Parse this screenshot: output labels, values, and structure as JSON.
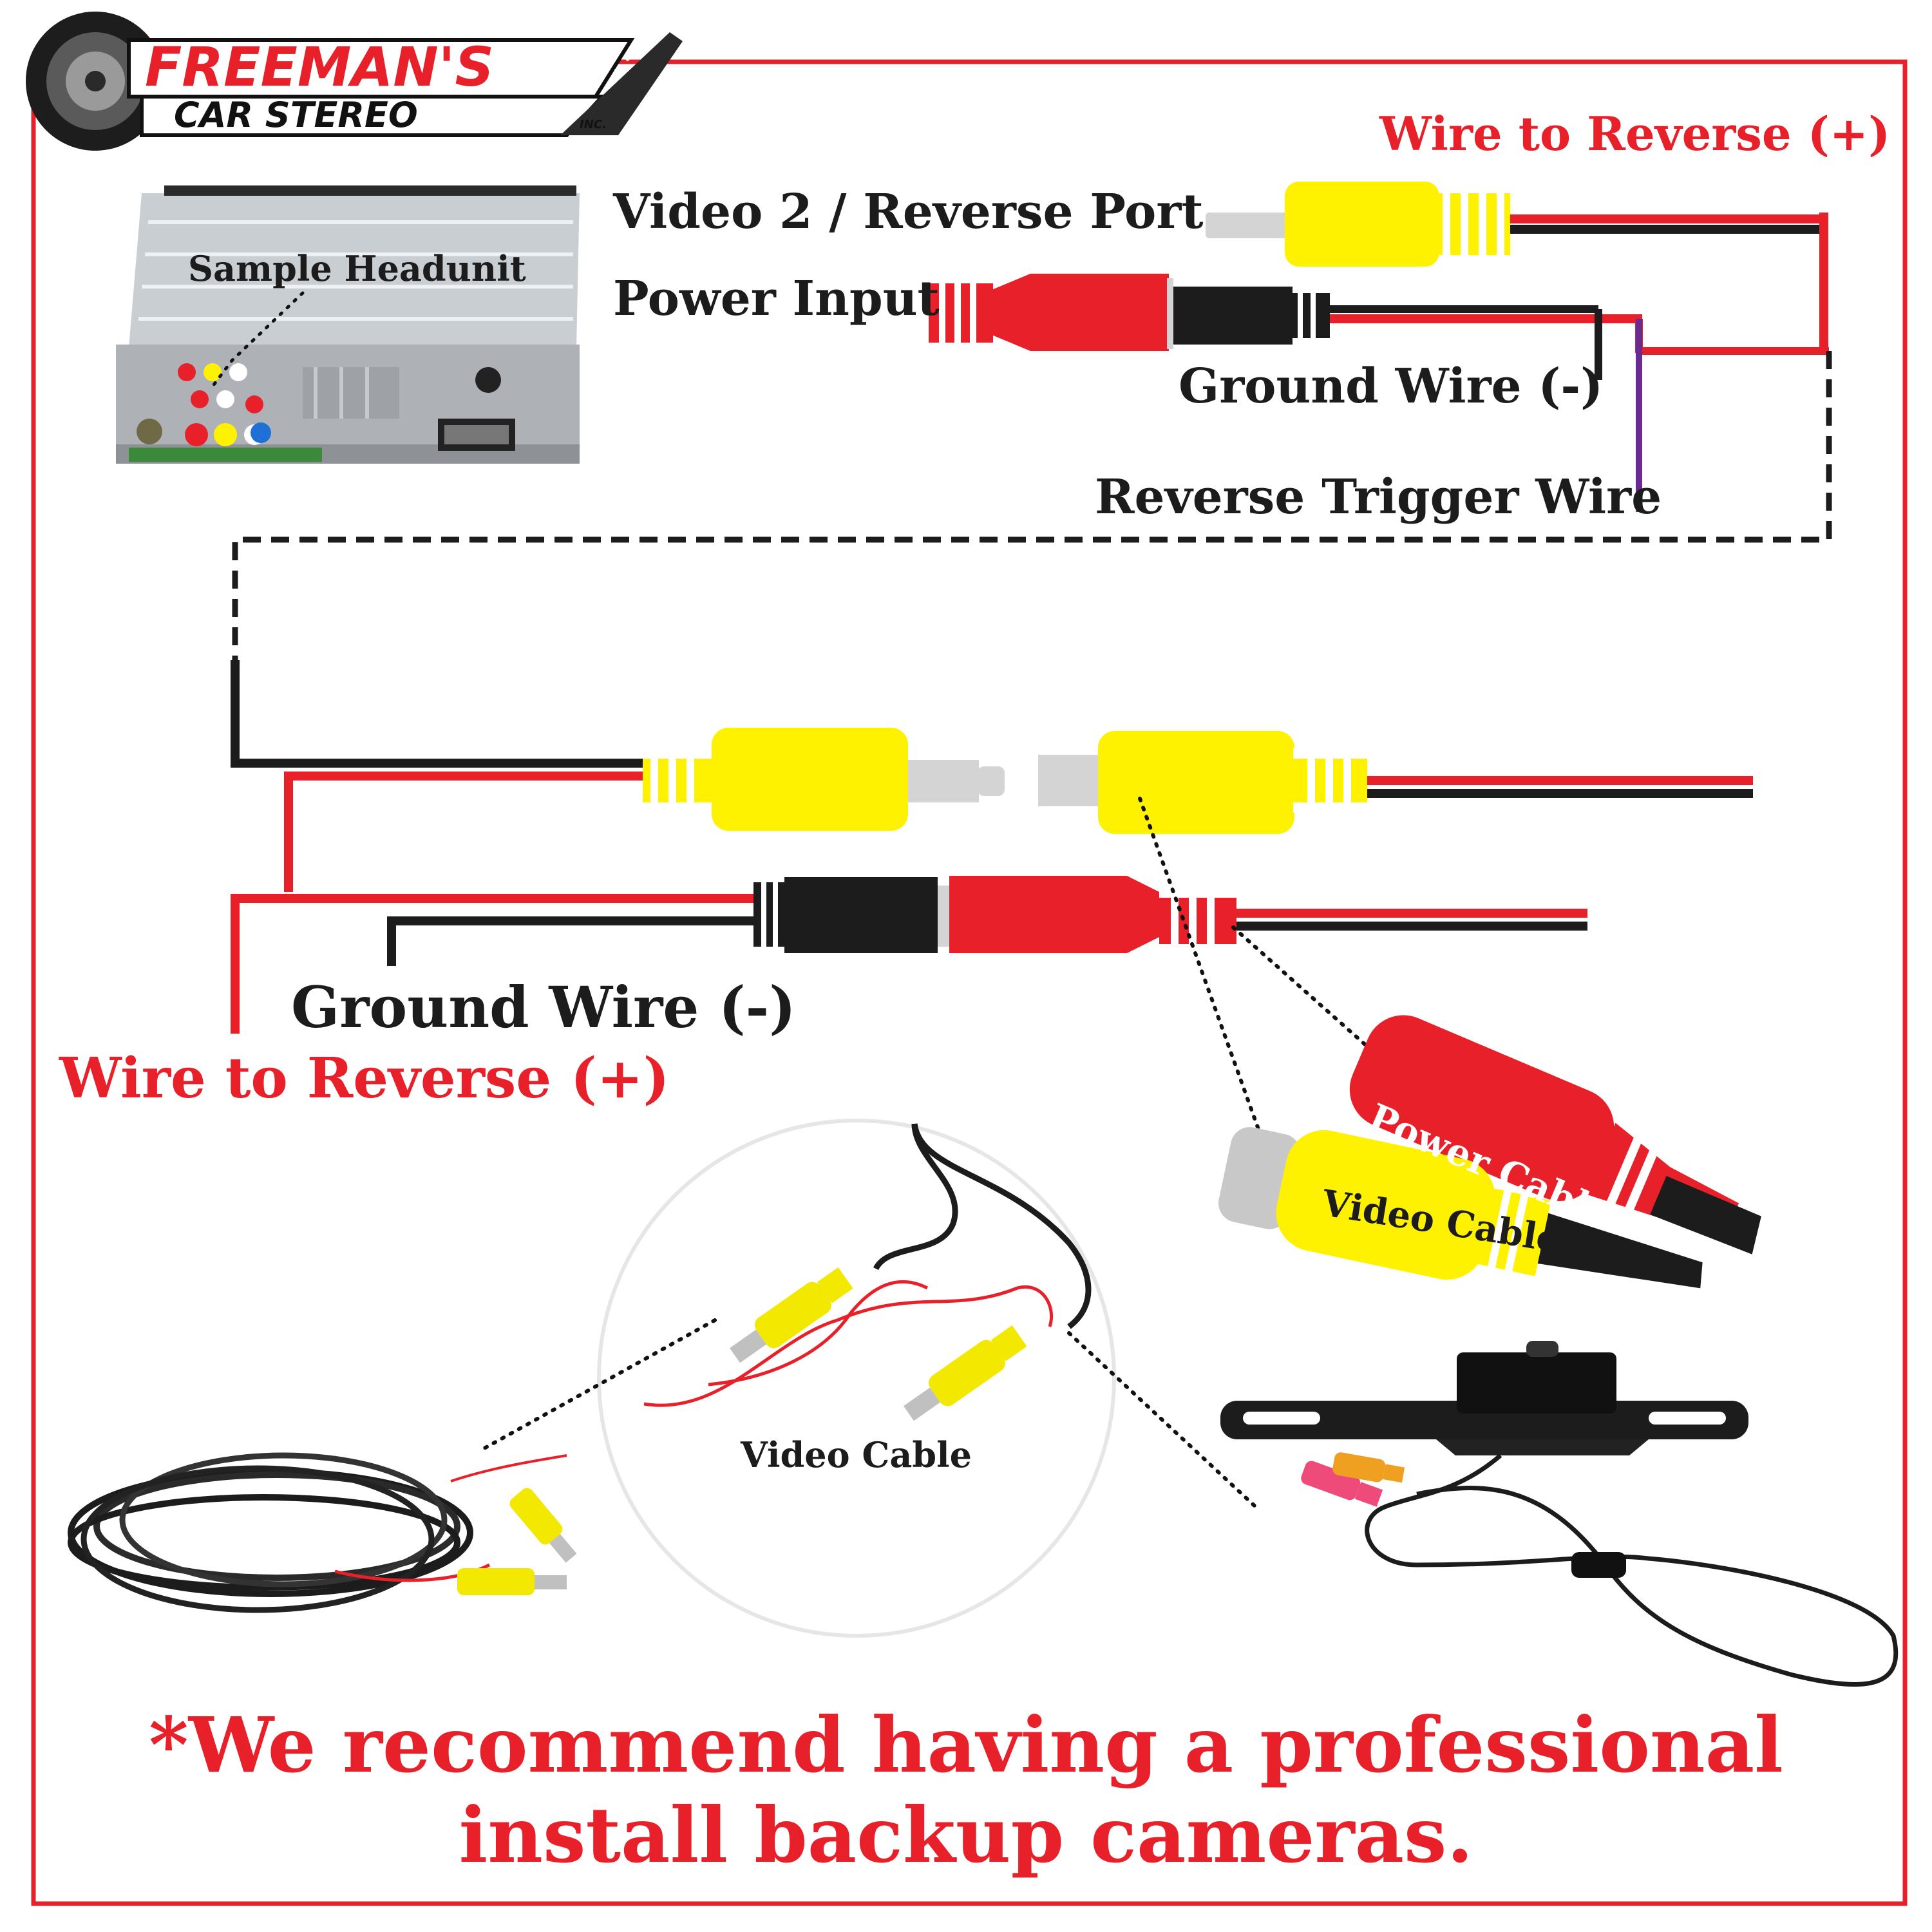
{
  "logo": {
    "line1": "FREEMAN'S",
    "line2": "CAR STEREO",
    "suffix": "INC."
  },
  "headunit": {
    "label": "Sample Headunit"
  },
  "top_diagram": {
    "video_port_label": "Video 2 / Reverse Port",
    "power_input_label": "Power Input",
    "ground_wire_label": "Ground Wire (-)",
    "reverse_trigger_label": "Reverse Trigger Wire",
    "wire_to_reverse_label": "Wire to Reverse (+)"
  },
  "middle_diagram": {
    "ground_wire_label": "Ground Wire (-)",
    "wire_to_reverse_label": "Wire to Reverse (+)"
  },
  "callouts": {
    "power_cable": "Power Cable",
    "video_cable_right": "Video Cable",
    "video_cable_circle": "Video Cable"
  },
  "notice": {
    "line1": "*We recommend having a professional",
    "line2": "install backup cameras."
  },
  "colors": {
    "red": "#e8202a",
    "yellow": "#fff200",
    "black": "#1c1c1c",
    "gray": "#d4d4d4",
    "purple": "#6a2a8e"
  }
}
